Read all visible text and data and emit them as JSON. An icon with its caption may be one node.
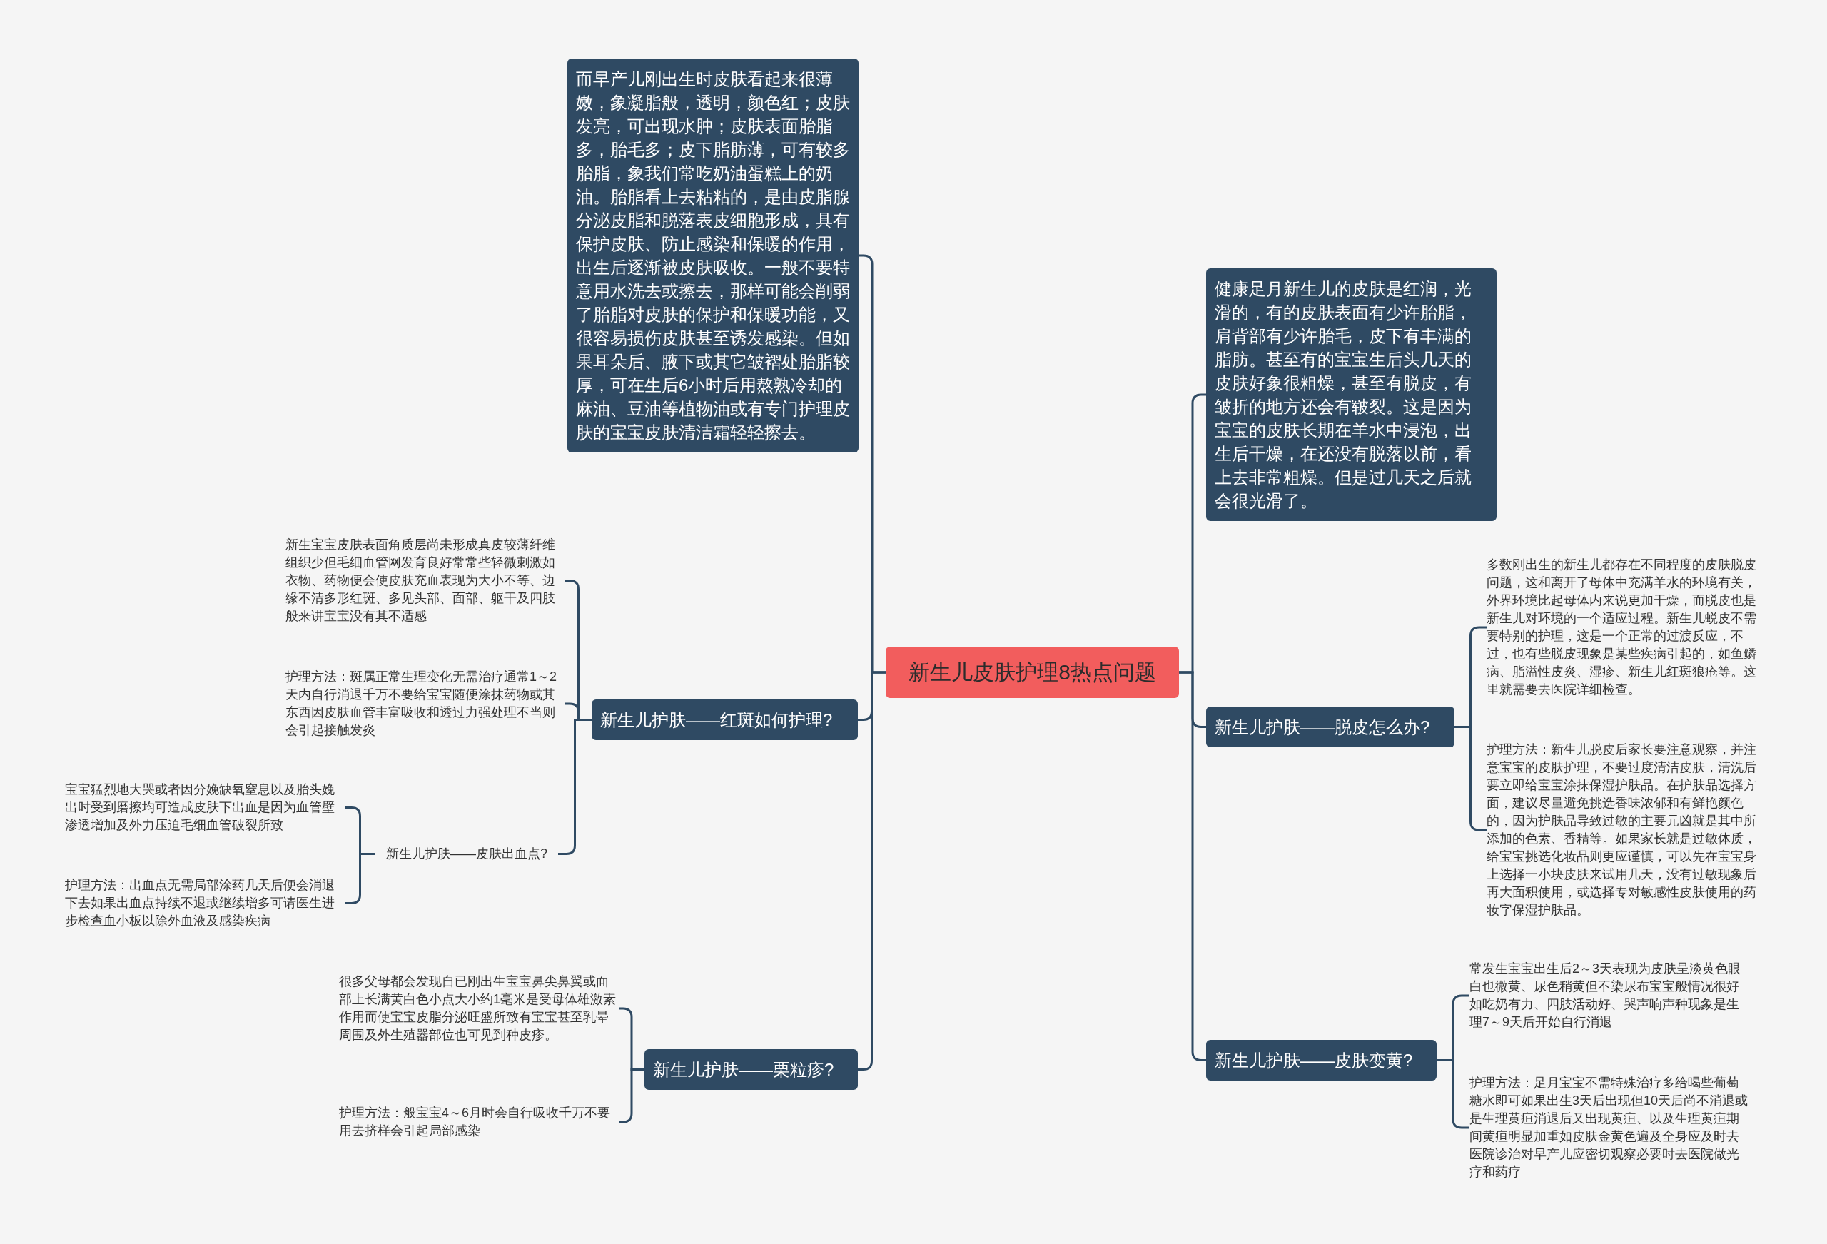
{
  "diagram": {
    "nodes": [
      {
        "text": [
          "新生儿皮肤护理8热点问题"
        ]
      },
      {
        "text": [
          "而早产儿刚出生时皮肤看起来很薄嫩，象凝脂般，透明，颜色红；皮肤发亮，可出现水肿；皮肤表面胎脂多，胎毛多；皮下脂肪薄，可有较多胎脂，象我们常吃奶油蛋糕上的奶油。胎脂看上去粘粘的，是由皮脂腺分泌皮脂和脱落表皮细胞形成，具有保护皮肤、防止感染和保暖的作用，出生后逐渐被皮肤吸收。一般不要特意用水洗去或擦去，那样可能会削弱了胎脂对皮肤的保护和保暖功能，又很容易损伤皮肤甚至诱发感染。但如果耳朵后、腋下或其它皱褶处胎脂较厚，可在生后6小时后用熬熟冷却的麻油、豆油等植物油或有专门护理皮肤的宝宝皮肤清洁霜轻轻擦去。"
        ]
      },
      {
        "text": [
          "新生儿护肤——红斑如何护理?"
        ]
      },
      {
        "text": [
          "新生宝宝皮肤表面角质层尚未形成真皮较薄纤维组织少但毛细血管网发育良好常常些轻微刺激如衣物、药物便会使皮肤充血表现为大小不等、边缘不清多形红斑、多见头部、面部、躯干及四肢般来讲宝宝没有其不适感"
        ]
      },
      {
        "text": [
          "护理方法：斑属正常生理变化无需治疗通常1～2天内自行消退千万不要给宝宝随便涂抹药物或其东西因皮肤血管丰富吸收和透过力强处理不当则会引起接触发炎"
        ]
      },
      {
        "text": [
          "新生儿护肤——皮肤出血点?"
        ]
      },
      {
        "text": [
          "宝宝猛烈地大哭或者因分娩缺氧窒息以及胎头娩出时受到磨擦均可造成皮肤下出血是因为血管壁渗透增加及外力压迫毛细血管破裂所致"
        ]
      },
      {
        "text": [
          "护理方法：出血点无需局部涂药几天后便会消退下去如果出血点持续不退或继续增多可请医生进步检查血小板以除外血液及感染疾病"
        ]
      },
      {
        "text": [
          "新生儿护肤——栗粒疹?"
        ]
      },
      {
        "text": [
          "很多父母都会发现自已刚出生宝宝鼻尖鼻翼或面部上长满黄白色小点大小约1毫米是受母体雄激素作用而使宝宝皮脂分泌旺盛所致有宝宝甚至乳晕周围及外生殖器部位也可见到种皮疹。"
        ]
      },
      {
        "text": [
          "护理方法：般宝宝4～6月时会自行吸收千万不要用去挤样会引起局部感染"
        ]
      },
      {
        "text": [
          "健康足月新生儿的皮肤是红润，光滑的，有的皮肤表面有少许胎脂，肩背部有少许胎毛，皮下有丰满的脂肪。甚至有的宝宝生后头几天的皮肤好象很粗燥，甚至有脱皮，有皱折的地方还会有皲裂。这是因为宝宝的皮肤长期在羊水中浸泡，出生后干燥，在还没有脱落以前，看上去非常粗燥。但是过几天之后就会很光滑了。"
        ]
      },
      {
        "text": [
          "新生儿护肤——脱皮怎么办?"
        ]
      },
      {
        "text": [
          "多数刚出生的新生儿都存在不同程度的皮肤脱皮问题，这和离开了母体中充满羊水的环境有关，外界环境比起母体内来说更加干燥，而脱皮也是新生儿对环境的一个适应过程。新生儿蜕皮不需要特别的护理，这是一个正常的过渡反应，不过，也有些脱皮现象是某些疾病引起的，如鱼鳞病、脂溢性皮炎、湿疹、新生儿红斑狼疮等。这里就需要去医院详细检查。"
        ]
      },
      {
        "text": [
          "护理方法：新生儿脱皮后家长要注意观察，并注意宝宝的皮肤护理，不要过度清洁皮肤，清洗后要立即给宝宝涂抹保湿护肤品。在护肤品选择方面，建议尽量避免挑选香味浓郁和有鲜艳颜色的，因为护肤品导致过敏的主要元凶就是其中所添加的色素、香精等。如果家长就是过敏体质，给宝宝挑选化妆品则更应谨慎，可以先在宝宝身上选择一小块皮肤来试用几天，没有过敏现象后再大面积使用，或选择专对敏感性皮肤使用的药妆字保湿护肤品。"
        ]
      },
      {
        "text": [
          "新生儿护肤——皮肤变黄?"
        ]
      },
      {
        "text": [
          "常发生宝宝出生后2～3天表现为皮肤呈淡黄色眼白也微黄、尿色稍黄但不染尿布宝宝般情况很好如吃奶有力、四肢活动好、哭声响声种现象是生理7～9天后开始自行消退"
        ]
      },
      {
        "text": [
          "护理方法：足月宝宝不需特殊治疗多给喝些葡萄糖水即可如果出生3天后出现但10天后尚不消退或是生理黄疸消退后又出现黄疸、以及生理黄疸期间黄疸明显加重如皮肤金黄色遍及全身应及时去医院诊治对早产儿应密切观察必要时去医院做光疗和药疗"
        ]
      }
    ],
    "edges": [
      {
        "from": 0,
        "to": 1,
        "arrow": "none"
      },
      {
        "from": 0,
        "to": 2,
        "arrow": "none"
      },
      {
        "from": 0,
        "to": 8,
        "arrow": "none"
      },
      {
        "from": 0,
        "to": 11,
        "arrow": "none"
      },
      {
        "from": 0,
        "to": 12,
        "arrow": "none"
      },
      {
        "from": 0,
        "to": 15,
        "arrow": "none"
      },
      {
        "from": 2,
        "to": 3,
        "arrow": "none"
      },
      {
        "from": 2,
        "to": 4,
        "arrow": "none"
      },
      {
        "from": 2,
        "to": 5,
        "arrow": "none"
      },
      {
        "from": 5,
        "to": 6,
        "arrow": "none"
      },
      {
        "from": 5,
        "to": 7,
        "arrow": "none"
      },
      {
        "from": 8,
        "to": 9,
        "arrow": "none"
      },
      {
        "from": 8,
        "to": 10,
        "arrow": "none"
      },
      {
        "from": 12,
        "to": 13,
        "arrow": "none"
      },
      {
        "from": 12,
        "to": 14,
        "arrow": "none"
      },
      {
        "from": 15,
        "to": 16,
        "arrow": "none"
      },
      {
        "from": 15,
        "to": 17,
        "arrow": "none"
      }
    ]
  }
}
